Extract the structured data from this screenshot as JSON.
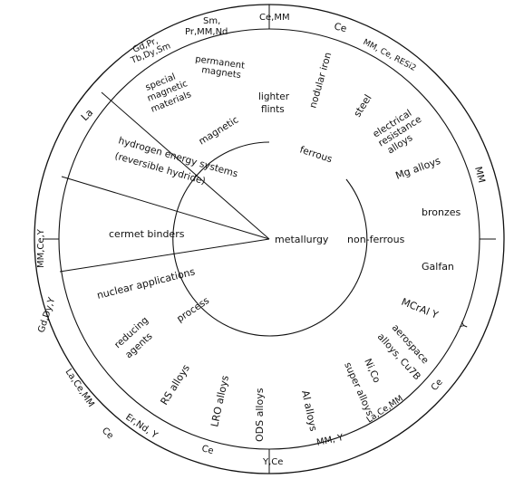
{
  "center": {
    "label": "metallurgy"
  },
  "groups": {
    "non_ferrous": "non-ferrous",
    "ferrous": "ferrous",
    "magnetic": "magnetic",
    "process": "process"
  },
  "segments": {
    "hydrogen": "hydrogen energy systems",
    "hydrogen_sub": "(reversible hydride)",
    "cermet": "cermet binders",
    "nuclear": "nuclear applications",
    "reducing_1": "reducing",
    "reducing_2": "agents",
    "rs_alloys": "RS alloys",
    "lro_alloys": "LRO alloys",
    "ods_alloys": "ODS alloys",
    "al_alloys": "Al alloys",
    "ni_co_1": "Ni,Co",
    "ni_co_2": "super alloys",
    "aerospace_1": "aerospace",
    "aerospace_2": "alloys, Cu7B",
    "mcraly": "MCrAl Y",
    "galfan": "Galfan",
    "bronzes": "bronzes",
    "mg_alloys": "Mg alloys",
    "electrical_1": "electrical",
    "electrical_2": "resistance",
    "electrical_3": "alloys",
    "steel": "steel",
    "nodular": "nodular iron",
    "lighter_1": "lighter",
    "lighter_2": "flints",
    "permanent_1": "permanent",
    "permanent_2": "magnets",
    "special_1": "special",
    "special_2": "magnetic",
    "special_3": "materials"
  },
  "elements": {
    "la": "La",
    "gd_pr_1": "Gd,Pr,",
    "gd_pr_2": "Tb,Dy,Sm",
    "sm_pr_1": "Sm,",
    "sm_pr_2": "Pr,MM,Nd",
    "ce_mm": "Ce,MM",
    "ce_top": "Ce",
    "mm_ce_re": "MM, Ce, RESi2",
    "mm_right": "MM",
    "y_right": "Y",
    "ce_lower_right": "Ce",
    "la_ce_mm_right": "La,Ce,MM",
    "mm_y": "MM, Y",
    "y_ce": "Y,Ce",
    "ce_bottom": "Ce",
    "er_nd_y": "Er,Nd, Y",
    "ce_left": "Ce",
    "la_ce_mm_left": "La,Ce,MM",
    "gd_dy_y": "Gd,Dy,Y",
    "mm_ce_y": "MM,Ce,Y"
  }
}
